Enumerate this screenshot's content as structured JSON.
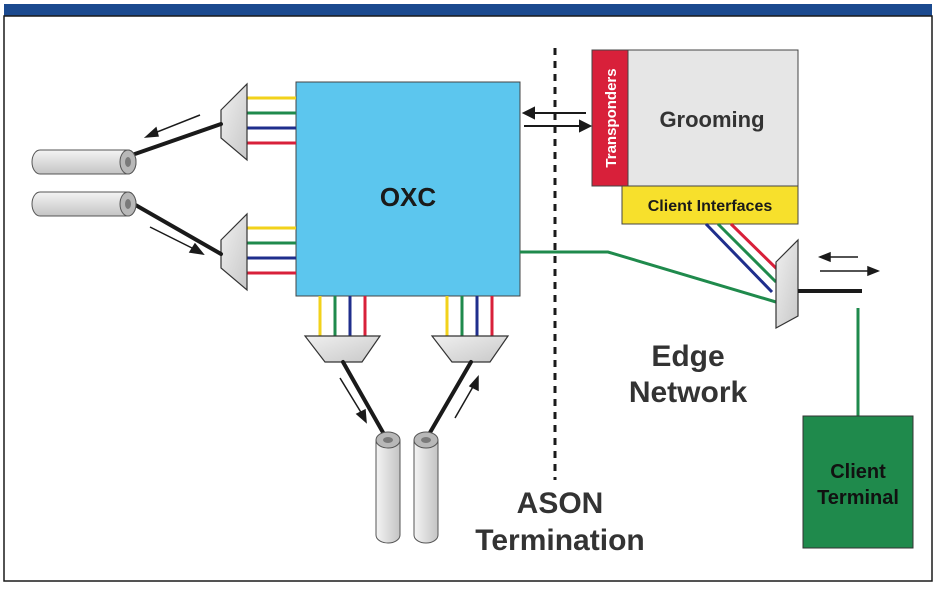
{
  "labels": {
    "oxc": "OXC",
    "grooming": "Grooming",
    "transponders": "Transponders",
    "client_interfaces": "Client Interfaces",
    "edge_line1": "Edge",
    "edge_line2": "Network",
    "ason_line1": "ASON",
    "ason_line2": "Termination",
    "client_line1": "Client",
    "client_line2": "Terminal"
  },
  "colors": {
    "frame_top": "#1b4a8f",
    "oxc_fill": "#5cc6ee",
    "transponders": "#d8203a",
    "client_interfaces": "#f7e02c",
    "grooming_fill": "#e6e6e6",
    "client_terminal": "#1f8a4c",
    "green_link": "#1f8a4c",
    "wavelengths": [
      "#f2d21b",
      "#1f8a4c",
      "#1f2e8c",
      "#d8203a"
    ]
  }
}
